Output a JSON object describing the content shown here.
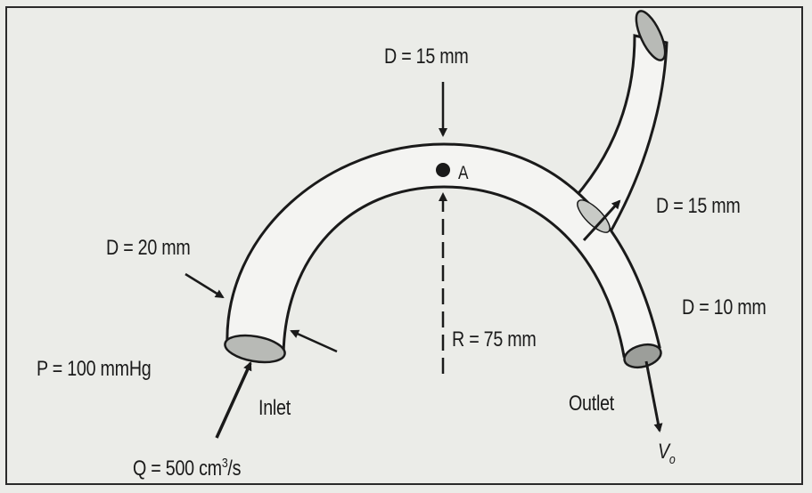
{
  "labels": {
    "top_diameter": "D = 15 mm",
    "point_a": "A",
    "branch_diameter": "D = 15 mm",
    "inlet_diameter": "D = 20 mm",
    "outlet_diameter": "D = 10 mm",
    "radius": "R = 75 mm",
    "pressure": "P = 100 mmHg",
    "inlet": "Inlet",
    "outlet": "Outlet",
    "flow_rate_prefix": "Q = 500 cm",
    "flow_rate_exp": "3",
    "flow_rate_suffix": "/s",
    "outlet_velocity_symbol": "V",
    "outlet_velocity_sub": "o"
  },
  "colors": {
    "background": "#ebece8",
    "ink": "#1a1a1a",
    "pipe_fill": "#f4f4f2",
    "opening_fill": "#b8bab6"
  }
}
